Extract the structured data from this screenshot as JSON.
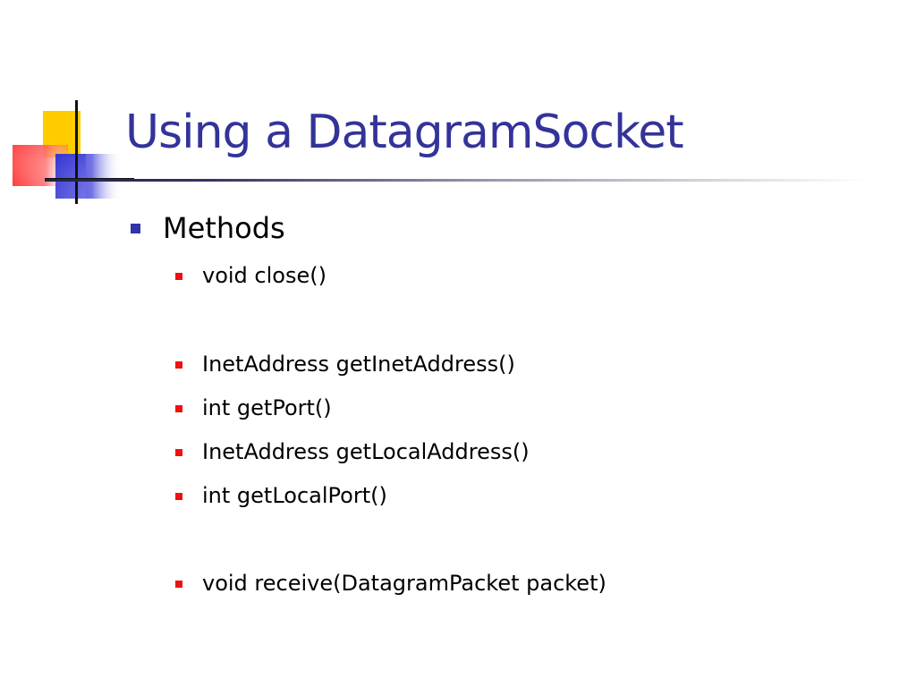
{
  "slide": {
    "title": "Using a DatagramSocket",
    "bullets": [
      {
        "level": 1,
        "text": "Methods"
      },
      {
        "level": 2,
        "text": "void close()"
      },
      {
        "level": 2,
        "text": "InetAddress getInetAddress()"
      },
      {
        "level": 2,
        "text": "int getPort()"
      },
      {
        "level": 2,
        "text": "InetAddress getLocalAddress()"
      },
      {
        "level": 2,
        "text": "int getLocalPort()"
      },
      {
        "level": 2,
        "text": "void receive(DatagramPacket packet)"
      }
    ]
  },
  "colors": {
    "title": "#333399",
    "level1_bullet": "#3333aa",
    "level2_bullet": "#ee1111",
    "deco_yellow": "#ffcc00",
    "deco_red": "#ff3333",
    "deco_blue": "#3333cc"
  }
}
